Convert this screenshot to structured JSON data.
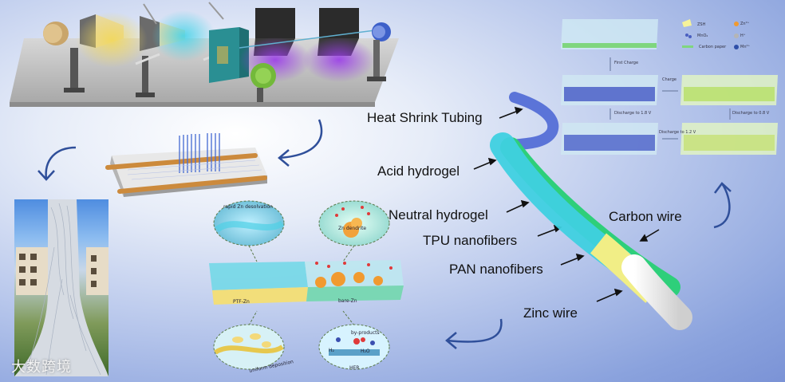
{
  "fiber_labels": {
    "heat_shrink": "Heat Shrink Tubing",
    "acid_hydrogel": "Acid hydrogel",
    "neutral_hydrogel": "Neutral hydrogel",
    "carbon_wire": "Carbon wire",
    "tpu": "TPU nanofibers",
    "pan": "PAN nanofibers",
    "zinc_wire": "Zinc wire"
  },
  "mechanism_panel": {
    "rapid": "rapid Zn desolvation",
    "dendrite": "Zn dendrite",
    "ptf_zn": "PTF-Zn",
    "bare_zn": "bare-Zn",
    "uniform": "uniform deposition",
    "byproducts": "by-products",
    "her": "HER",
    "h2": "H₂",
    "h2o": "H₂O"
  },
  "cathode_panel": {
    "legend": {
      "zsh": "ZSH",
      "zn": "Zn²⁺",
      "mno2": "MnO₂",
      "h": "H⁺",
      "carbon": "Carbon paper",
      "mnp": "Mn²⁺"
    },
    "first_charge": "First Charge",
    "charge": "Charge",
    "discharge_18": "Discharge to 1.8 V",
    "discharge_08": "Discharge to 0.8 V",
    "discharge_12": "Discharge to 1.2 V"
  },
  "watermark": "大数跨境",
  "colors": {
    "arrow": "#2f4f9a",
    "heat_shrink": "#5b74d8",
    "acid_hydrogel": "#3fd0e0",
    "carbon_wire": "#2ecf7a",
    "pan": "#f1ee86",
    "zinc": "#f4f4f4"
  }
}
